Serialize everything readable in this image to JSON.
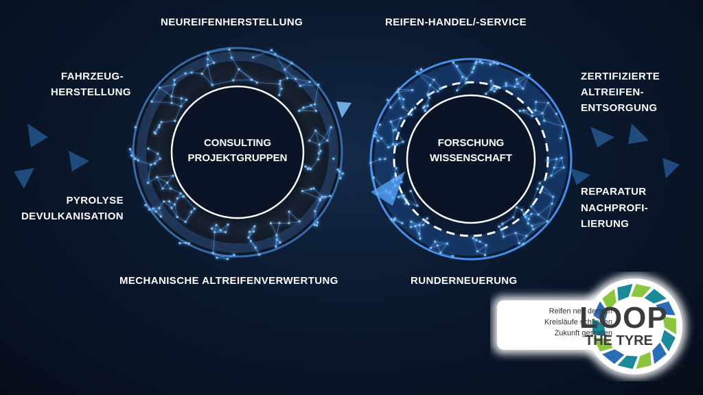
{
  "labels": {
    "neureifen": "NEUREIFENHERSTELLUNG",
    "handel": "REIFEN-HANDEL/-SERVICE",
    "fahrzeug_1": "FAHRZEUG-",
    "fahrzeug_2": "HERSTELLUNG",
    "zert_1": "ZERTIFIZIERTE",
    "zert_2": "ALTREIFEN-",
    "zert_3": "ENTSORGUNG",
    "pyro_1": "PYROLYSE",
    "pyro_2": "DEVULKANISATION",
    "reparatur": "REPARATUR",
    "nachprof_1": "NACHPROFI-",
    "nachprof_2": "LIERUNG",
    "mechanisch": "MECHANISCHE ALTREIFENVERWERTUNG",
    "runderneuerung": "RUNDERNEUERUNG"
  },
  "centers": {
    "left_1": "CONSULTING",
    "left_2": "PROJEKTGRUPPEN",
    "right_1": "FORSCHUNG",
    "right_2": "WISSENSCHAFT"
  },
  "logo": {
    "slogan_1": "Reifen neu denken",
    "slogan_2": "Kreisläufe schließen",
    "slogan_3": "Zukunft gestalten",
    "word_1": "LOOP",
    "word_2": "THE TYRE"
  },
  "colors": {
    "network": "#5aa8ff",
    "glow": "#7fc4ff",
    "logo_green": "#8cc63f",
    "logo_teal": "#1a8a9a",
    "logo_blue": "#2a6db5"
  }
}
